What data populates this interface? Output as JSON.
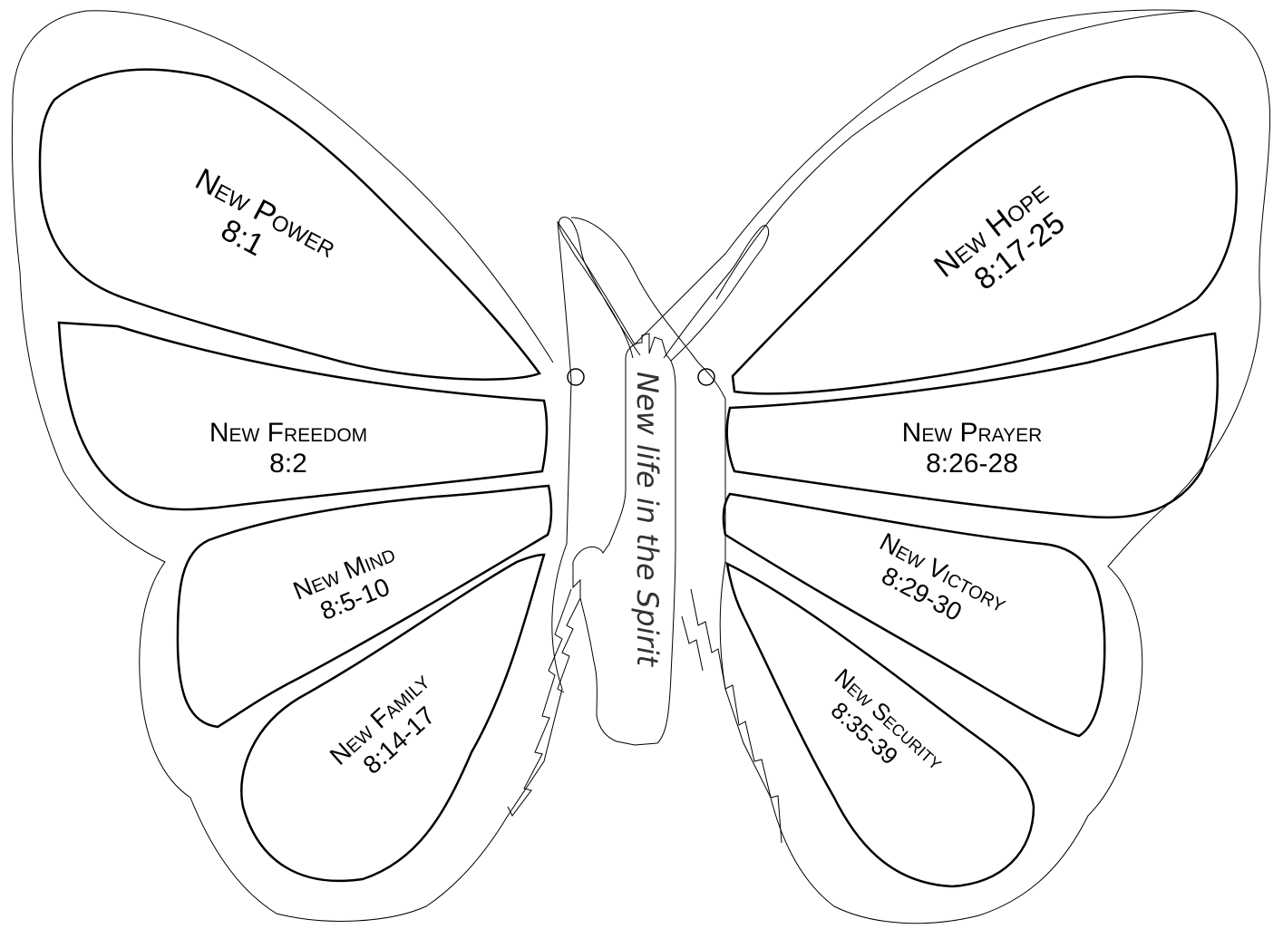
{
  "body_caption": "New life in the Spirit",
  "wings": {
    "power": {
      "title": "New Power",
      "ref": "8:1"
    },
    "freedom": {
      "title": "New Freedom",
      "ref": "8:2"
    },
    "mind": {
      "title": "New Mind",
      "ref": "8:5-10"
    },
    "family": {
      "title": "New Family",
      "ref": "8:14-17"
    },
    "hope": {
      "title": "New Hope",
      "ref": "8:17-25"
    },
    "prayer": {
      "title": "New Prayer",
      "ref": "8:26-28"
    },
    "victory": {
      "title": "New Victory",
      "ref": "8:29-30"
    },
    "security": {
      "title": "New Security",
      "ref": "8:35-39"
    }
  },
  "colors": {
    "line": "#000000",
    "background": "#ffffff"
  }
}
